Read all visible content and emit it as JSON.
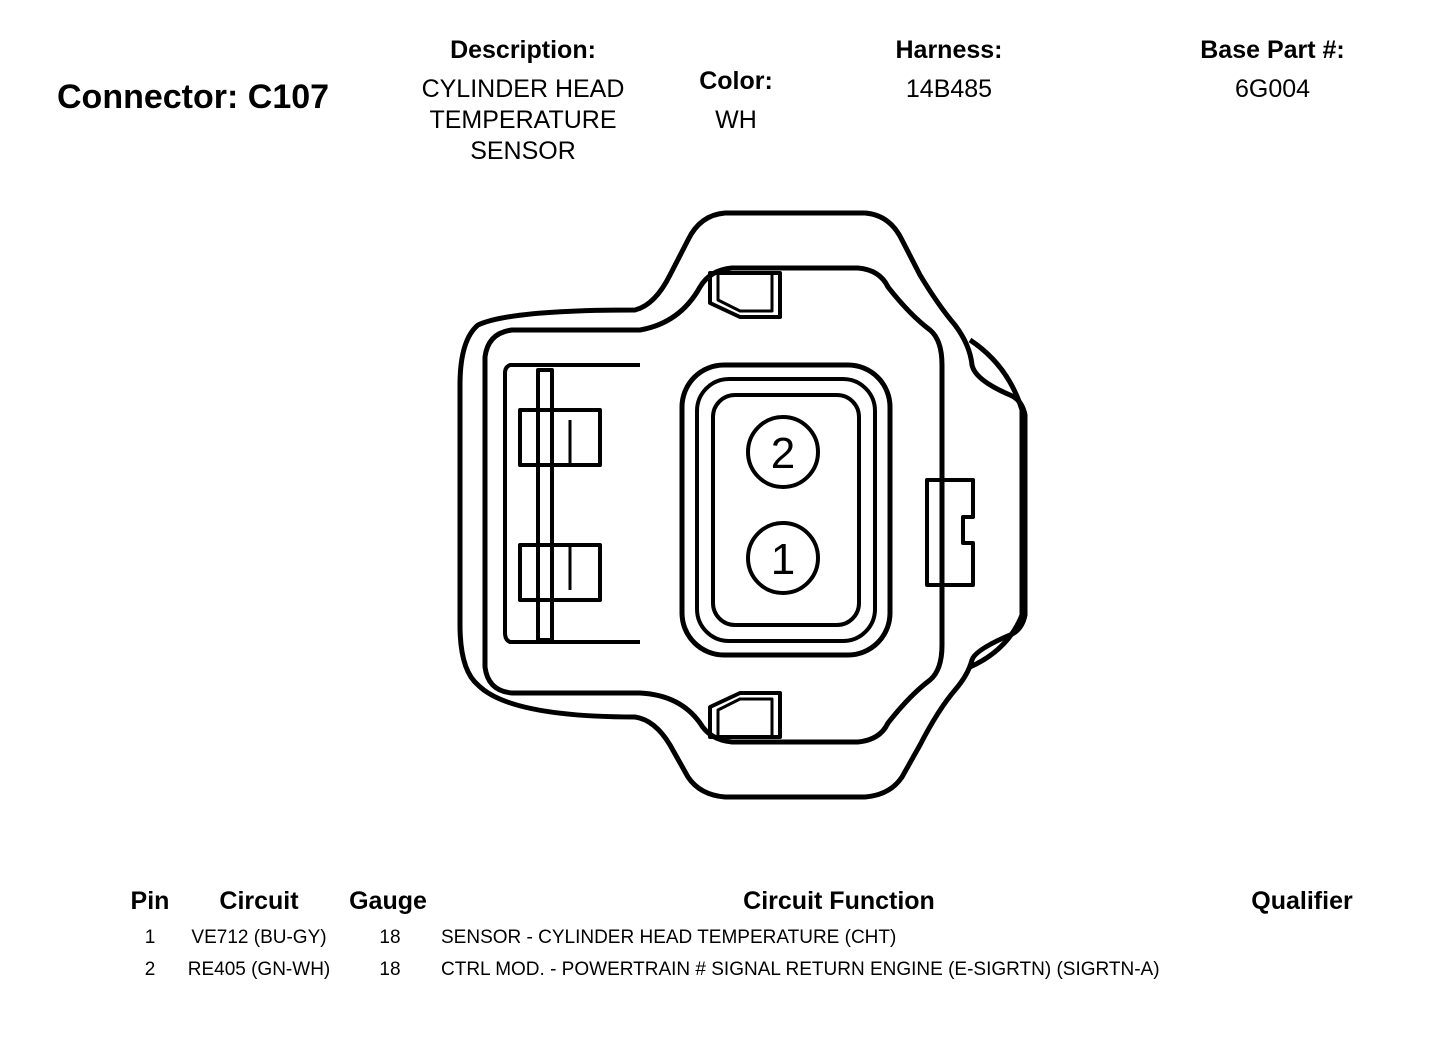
{
  "header": {
    "connector_title": "Connector: C107",
    "description_label": "Description:",
    "description_lines": [
      "CYLINDER HEAD",
      "TEMPERATURE",
      "SENSOR"
    ],
    "color_label": "Color:",
    "color_value": "WH",
    "harness_label": "Harness:",
    "harness_value": "14B485",
    "base_part_label": "Base Part #:",
    "base_part_value": "6G004"
  },
  "diagram": {
    "pin_labels": [
      "2",
      "1"
    ]
  },
  "table": {
    "headers": {
      "pin": "Pin",
      "circuit": "Circuit",
      "gauge": "Gauge",
      "function": "Circuit Function",
      "qualifier": "Qualifier"
    },
    "rows": [
      {
        "pin": "1",
        "circuit": "VE712 (BU-GY)",
        "gauge": "18",
        "function": "SENSOR - CYLINDER HEAD TEMPERATURE (CHT)",
        "qualifier": ""
      },
      {
        "pin": "2",
        "circuit": "RE405 (GN-WH)",
        "gauge": "18",
        "function": "CTRL MOD. - POWERTRAIN # SIGNAL RETURN ENGINE (E-SIGRTN) (SIGRTN-A)",
        "qualifier": ""
      }
    ]
  }
}
